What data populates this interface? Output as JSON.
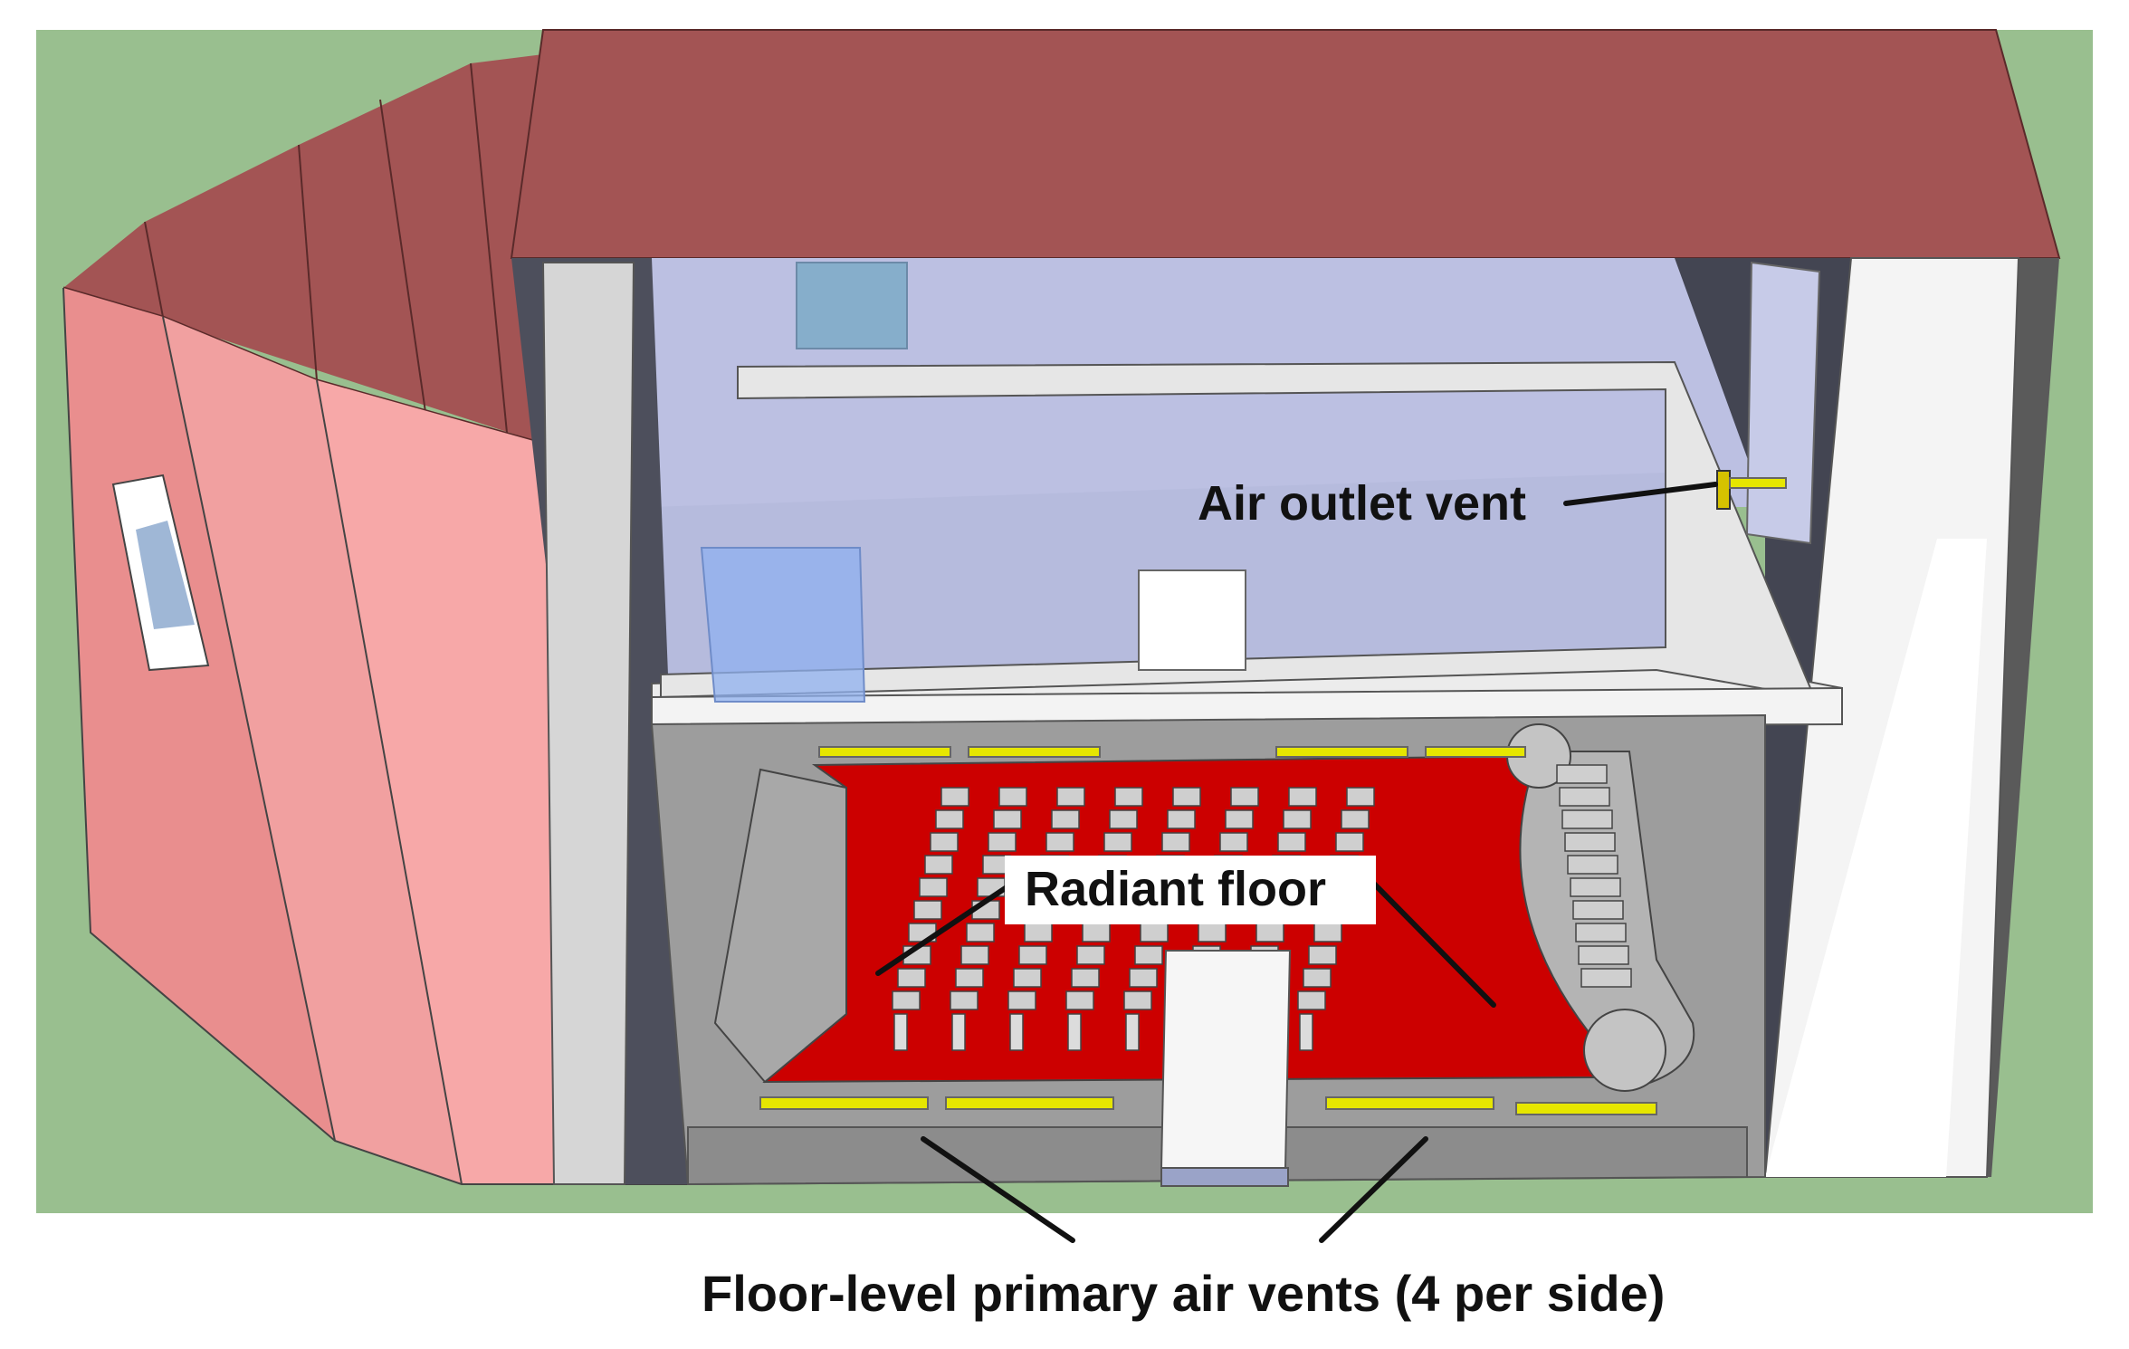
{
  "annotations": {
    "air_outlet_vent": "Air outlet vent",
    "radiant_floor": "Radiant floor",
    "floor_vents": "Floor-level primary air vents (4 per side)"
  },
  "colors": {
    "ground": "#99bf8f",
    "roof": "#a35454",
    "roof_dark": "#8f4545",
    "exterior_wall": "#f4a1a1",
    "exterior_wall_shade": "#e98e8e",
    "interior_wall": "#bcc0e2",
    "dark_wall": "#434552",
    "slab": "#ececec",
    "floor_gray": "#9d9d9d",
    "radiant_floor": "#cc0000",
    "vent_yellow": "#e6e600",
    "window_blue": "#8fa8e6",
    "seat_gray": "#cfcfcf"
  },
  "icons": {
    "seat": "chair-icon",
    "vent": "vent-slot-icon"
  },
  "seating": {
    "main_columns": 8,
    "main_rows": 10,
    "side_rows": 10
  }
}
